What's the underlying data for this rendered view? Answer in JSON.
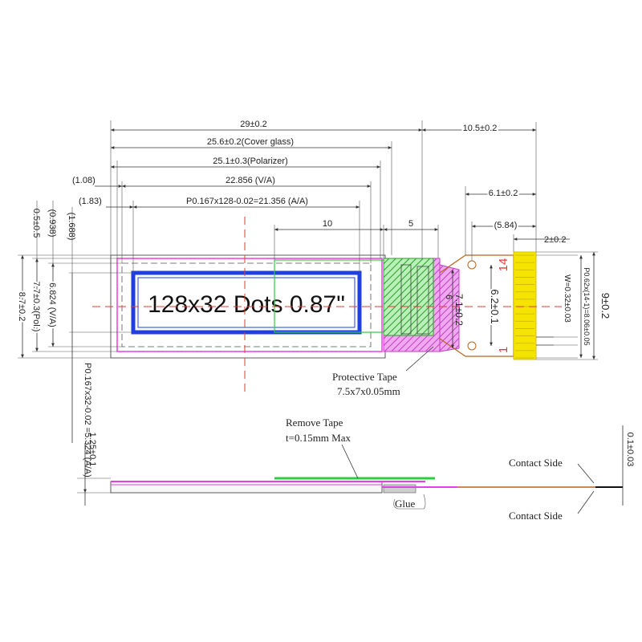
{
  "dims": {
    "overall_width": "29±0.2",
    "cover_glass": "25.6±0.2(Cover glass)",
    "polarizer": "25.1±0.3(Polarizer)",
    "va_width": "22.856 (V/A)",
    "aa_width": "P0.167x128-0.02=21.356 (A/A)",
    "left_offset_1": "(1.08)",
    "left_offset_2": "(1.83)",
    "dim_10": "10",
    "dim_5": "5",
    "fpc_length": "10.5±0.2",
    "fpc_6_1": "6.1±0.2",
    "fpc_5_84": "(5.84)",
    "fpc_2": "2±0.2",
    "height_total": "8.7±0.2",
    "height_pol": "7.7±0.3(Pol.)",
    "height_va": "6.824 (V/A)",
    "height_05": "0.5±0.5",
    "height_0938": "(0.938)",
    "height_1688": "(1.688)",
    "height_aa": "P0.167x32-0.02 =5.324 (A/A)",
    "fpc_width": "9±0.2",
    "fpc_6_2": "6.2±0.1",
    "tape_7_1": "7.1±0.2",
    "tape_6": "6",
    "pitch": "P0.62x(14-1)=8.06±0.05",
    "pin_width": "W=0.32±0.03",
    "thickness_total": "1.25±0.1",
    "fpc_thickness": "0.1±0.03"
  },
  "labels": {
    "panel_text": "128x32 Dots 0.87\"",
    "pin_14": "14",
    "pin_1": "1",
    "protective_tape_title": "Protective Tape",
    "protective_tape_size": "7.5x7x0.05mm",
    "remove_tape_title": "Remove Tape",
    "remove_tape_size": "t=0.15mm Max",
    "glue": "Glue",
    "contact_side_top": "Contact Side",
    "contact_side_bottom": "Contact Side"
  },
  "colors": {
    "polarizer_outline": "#e83ee8",
    "active_area_frame": "#1f3fe0",
    "remove_tape": "#2ecc40",
    "protective_tape": "#d94fd9",
    "fpc_contacts": "#f5e400",
    "fpc_outline": "#b5651d",
    "center_line": "#e53935"
  }
}
